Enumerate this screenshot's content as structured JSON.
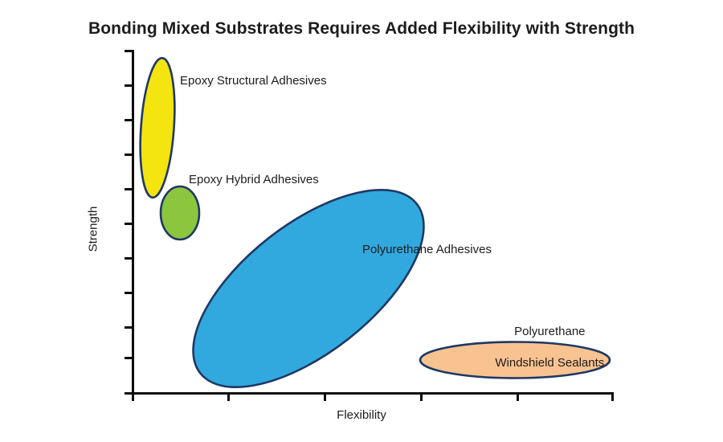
{
  "chart_data": {
    "type": "scatter",
    "title": "Bonding Mixed Substrates Requires Added Flexibility with Strength",
    "xlabel": "Flexibility",
    "ylabel": "Strength",
    "grid": false,
    "legend": "none",
    "axis_style": "qualitative-unlabeled-ticks",
    "xlim": [
      0,
      10
    ],
    "ylim": [
      0,
      10
    ],
    "x_tick_count": 5,
    "y_tick_count": 11,
    "x_tick_labels": [],
    "y_tick_labels": [],
    "annotations": [
      "Epoxy Structural Adhesives",
      "Epoxy Hybrid Adhesives",
      "Polyurethane Adhesives",
      "Polyurethane Windshield Sealants"
    ],
    "series": [
      {
        "name": "Epoxy Structural Adhesives",
        "shape": "ellipse",
        "color": "#F4E40F",
        "edge_color": "#1F3864",
        "flexibility": 0.6,
        "strength": 8.8,
        "flexibility_spread": 0.45,
        "strength_spread": 4.2,
        "rotation_deg": 4
      },
      {
        "name": "Epoxy Hybrid Adhesives",
        "shape": "ellipse",
        "color": "#8CC63F",
        "edge_color": "#1F3864",
        "flexibility": 1.3,
        "strength": 6.0,
        "flexibility_spread": 0.55,
        "strength_spread": 1.55,
        "rotation_deg": 0
      },
      {
        "name": "Polyurethane Adhesives",
        "shape": "ellipse",
        "color": "#31A9DE",
        "edge_color": "#1F3864",
        "flexibility": 4.2,
        "strength": 4.2,
        "flexibility_spread": 3.1,
        "strength_spread": 1.55,
        "rotation_deg": -38
      },
      {
        "name": "Polyurethane Windshield Sealants",
        "shape": "ellipse",
        "color": "#F9C291",
        "edge_color": "#1F3864",
        "flexibility": 8.6,
        "strength": 0.95,
        "flexibility_spread": 2.7,
        "strength_spread": 0.5,
        "rotation_deg": 0
      }
    ]
  },
  "labels": {
    "epoxy_structural": "Epoxy Structural Adhesives",
    "epoxy_hybrid": "Epoxy Hybrid Adhesives",
    "polyurethane_adhesives": "Polyurethane Adhesives",
    "windshield_line1": "Polyurethane",
    "windshield_line2": "Windshield Sealants"
  },
  "colors": {
    "yellow": "#F4E40F",
    "green": "#8CC63F",
    "blue": "#31A9DE",
    "orange": "#F9C291",
    "outline": "#1F3864",
    "axis": "#0d0d0d",
    "background": "#FFFFFF",
    "text": "#1C1C1C"
  }
}
